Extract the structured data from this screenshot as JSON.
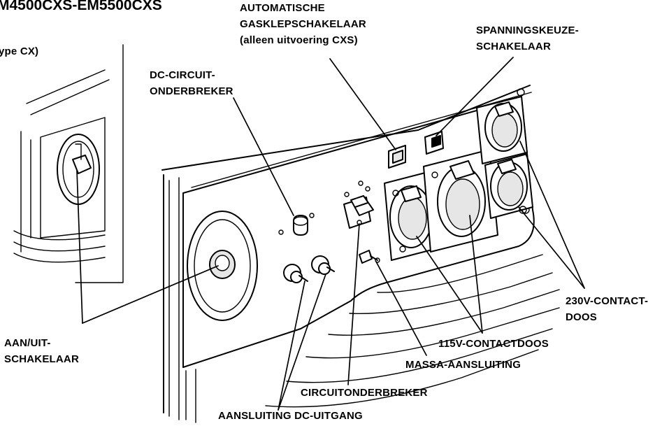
{
  "labels": {
    "title": "M4500CXS-EM5500CXS",
    "type_cx": "ype CX)",
    "auto_gas_valve_1": "AUTOMATISCHE",
    "auto_gas_valve_2": "GASKLEPSCHAKELAAR",
    "auto_gas_valve_3": "(alleen uitvoering CXS)",
    "voltage_selector_1": "SPANNINGSKEUZE-",
    "voltage_selector_2": "SCHAKELAAR",
    "dc_breaker_1": "DC-CIRCUIT-",
    "dc_breaker_2": "ONDERBREKER",
    "socket_230_1": "230V-CONTACT-",
    "socket_230_2": "DOOS",
    "socket_115": "115V-CONTACTDOOS",
    "on_off_1": "AAN/UIT-",
    "on_off_2": "SCHAKELAAR",
    "ground": "MASSA-AANSLUITING",
    "circuit_breaker": "CIRCUITONDERBREKER",
    "dc_output": "AANSLUITING DC-UITGANG"
  }
}
